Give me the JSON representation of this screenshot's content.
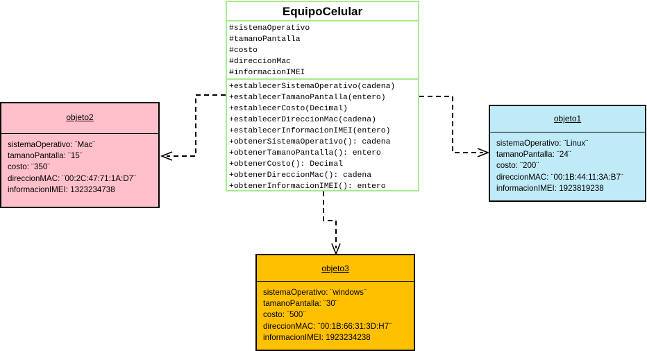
{
  "class": {
    "name": "EquipoCelular",
    "attributes": [
      "#sistemaOperativo",
      "#tamanoPantalla",
      "#costo",
      "#direccionMac",
      "#informacionIMEI"
    ],
    "methods": [
      "+establecerSistemaOperativo(cadena)",
      "+establecerTamanoPantalla(entero)",
      "+establecerCosto(Decimal)",
      "+establecerDireccionMac(cadena)",
      "+establecerInformacionIMEI(entero)",
      "+obtenerSistemaOperativo(): cadena",
      "+obtenerTamanoPantalla(): entero",
      "+obtenerCosto(): Decimal",
      "+obtenerDireccionMac(): cadena",
      "+obtenerInformacionIMEI(): entero"
    ],
    "border_color": "#a8ea8a"
  },
  "objects": {
    "objeto2": {
      "name": "objeto2",
      "color": "#ffc0cb",
      "fields": [
        "sistemaOperativo: ¨Mac¨",
        "tamanoPantalla: ¨15¨",
        "costo: ¨350¨",
        "direccionMAC: ¨00:2C:47:71:1A:D7¨",
        "informacionIMEI: 1323234738"
      ]
    },
    "objeto1": {
      "name": "objeto1",
      "color": "#bfeaf8",
      "fields": [
        "sistemaOperativo: ¨Linux¨",
        "tamanoPantalla: ¨24¨",
        "costo: ¨200¨",
        "direccionMAC: ¨00:1B:44:11:3A:B7¨",
        "informacionIMEI: 1923819238"
      ]
    },
    "objeto3": {
      "name": "objeto3",
      "color": "#ffc000",
      "fields": [
        "sistemaOperativo: ¨windows¨",
        "tamanoPantalla: ¨30¨",
        "costo: ¨500¨",
        "direccionMAC: ¨00:1B:66:31:3D:H7¨",
        "informacionIMEI: 1923234238"
      ]
    }
  }
}
